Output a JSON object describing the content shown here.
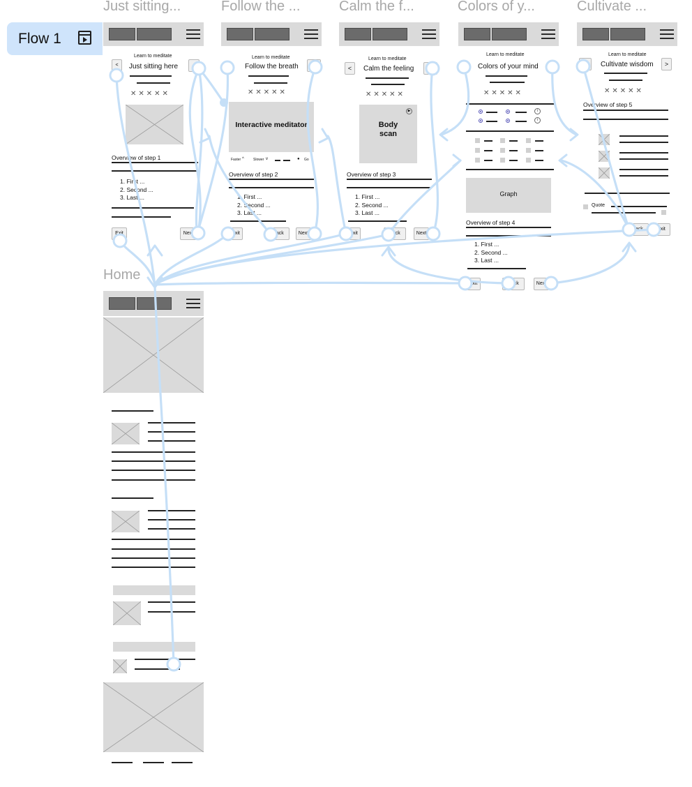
{
  "flow": {
    "name": "Flow 1",
    "icon": "flow-play-icon"
  },
  "frames": {
    "home": {
      "title": "Home"
    },
    "step1": {
      "title": "Just sitting...",
      "kicker": "Learn to meditate",
      "heading": "Just sitting here",
      "back": "<",
      "overview": "Overview of step 1",
      "list": [
        "1. First ...",
        "2. Second ...",
        "3. Last ..."
      ],
      "exit": "Exit",
      "next": "Next"
    },
    "step2": {
      "title": "Follow the ...",
      "kicker": "Learn to meditate",
      "heading": "Follow the breath",
      "feature": "Interactive meditator",
      "faster": "Faster",
      "slower": "Slower",
      "go": "Go",
      "overview": "Overview of step 2",
      "list": [
        "1. First ...",
        "2. Second ...",
        "3. Last ..."
      ],
      "exit": "Exit",
      "back": "Back",
      "next": "Next"
    },
    "step3": {
      "title": "Calm the f...",
      "kicker": "Learn to meditate",
      "heading": "Calm the feeling",
      "back_arrow": "<",
      "feature_line1": "Body",
      "feature_line2": "scan",
      "overview": "Overview of step 3",
      "list": [
        "1. First ...",
        "2. Second ...",
        "3. Last ..."
      ],
      "exit": "Exit",
      "back": "Back",
      "next": "Next"
    },
    "step4": {
      "title": "Colors of y...",
      "kicker": "Learn to meditate",
      "heading": "Colors of your mind",
      "graph": "Graph",
      "overview": "Overview of step 4",
      "list": [
        "1. First ...",
        "2. Second ...",
        "3. Last ..."
      ],
      "exit": "Exit",
      "back": "Back",
      "next": "Next"
    },
    "step5": {
      "title": "Cultivate ...",
      "kicker": "Learn to meditate",
      "heading": "Cultivate wisdom",
      "next_arrow": ">",
      "overview": "Overview of step 5",
      "quote": "Quote",
      "back": "Back",
      "exit": "Exit"
    }
  },
  "colors": {
    "connector": "#c5dff7",
    "badge": "#cfe4fb",
    "placeholder": "#dadada"
  }
}
